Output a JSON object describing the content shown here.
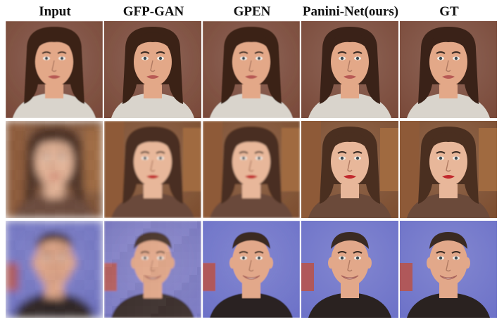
{
  "figure": {
    "columns": [
      {
        "label": "Input",
        "key": "input"
      },
      {
        "label": "GFP-GAN",
        "key": "gfpgan"
      },
      {
        "label": "GPEN",
        "key": "gpen"
      },
      {
        "label": "Panini-Net(ours)",
        "key": "panini"
      },
      {
        "label": "GT",
        "key": "gt"
      }
    ],
    "rows": [
      {
        "subject": "woman-wet-hair",
        "bg": "#7a4a3a",
        "skin": "#e3a888",
        "hair": "#3a2218",
        "shirt": "#d9d4cc",
        "lip": "#b85a55"
      },
      {
        "subject": "woman-brown-hair",
        "bg": "#7d4e30",
        "skin": "#e8b79a",
        "hair": "#4a2f20",
        "shirt": "#6b4a3a",
        "lip": "#c22a2e"
      },
      {
        "subject": "man-short-hair",
        "bg": "#6d72c8",
        "skin": "#e2a88a",
        "hair": "#3a2a22",
        "shirt": "#2a2220",
        "lip": "#a8625a"
      }
    ]
  }
}
